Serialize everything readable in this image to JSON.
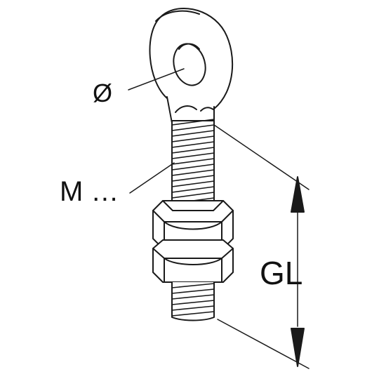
{
  "labels": {
    "diameter": "Ø",
    "thread": "M …",
    "grip_length": "GL"
  },
  "colors": {
    "line": "#1a1a1a",
    "fill": "#ffffff",
    "background": "#ffffff"
  }
}
